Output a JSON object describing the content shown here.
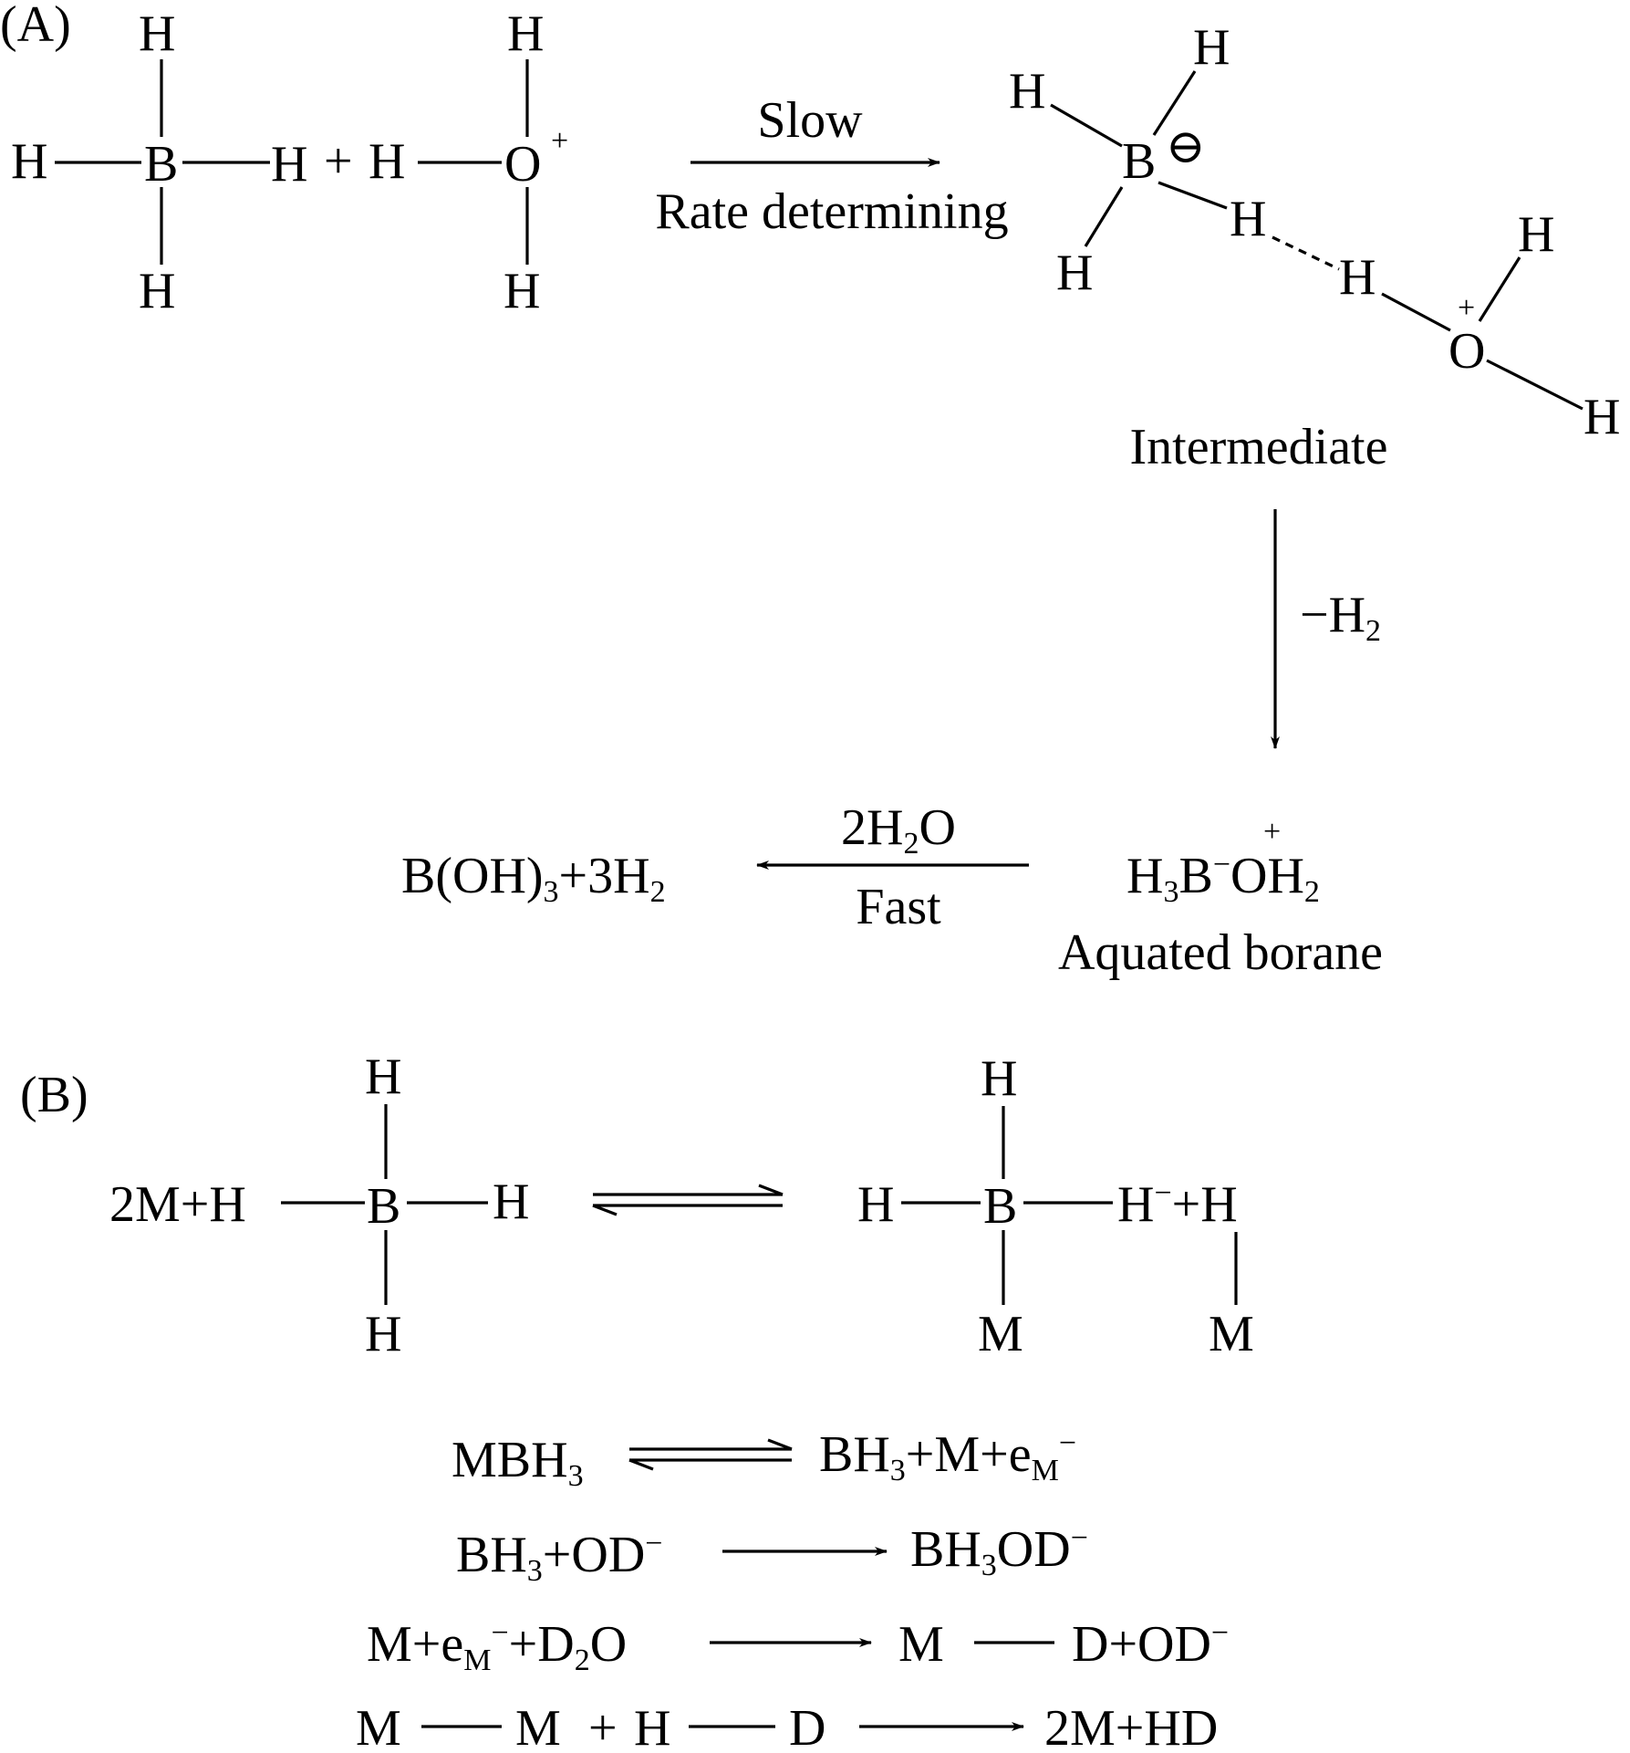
{
  "panel_a": {
    "label": "(A)",
    "reactant_borohydride": {
      "center": "B",
      "h_top": "H",
      "h_left": "H",
      "h_right": "H",
      "h_bottom": "H"
    },
    "plus": "+",
    "reactant_hydronium": {
      "h_left": "H",
      "center": "O",
      "charge": "+",
      "h_top": "H",
      "h_bottom": "H"
    },
    "arrow_slow": {
      "above": "Slow",
      "below": "Rate determining"
    },
    "intermediate": {
      "boron": "B",
      "charge": "⊖",
      "h_topleft": "H",
      "h_top": "H",
      "h_bottomleft": "H",
      "h_bridge": "H",
      "h_hydronium": "H",
      "oxygen": "O",
      "oxygen_charge": "+",
      "h_o_top": "H",
      "h_o_bottom": "H",
      "label": "Intermediate"
    },
    "arrow_h2": {
      "label_minus": "−H",
      "label_sub": "2"
    },
    "aquated_borane": {
      "h": "H",
      "h_sub": "3",
      "b": "B",
      "b_charge": "−",
      "o": "OH",
      "o_sub": "2",
      "o_charge": "+",
      "label": "Aquated borane"
    },
    "arrow_fast": {
      "above_pre": "2H",
      "above_sub": "2",
      "above_post": "O",
      "below": "Fast"
    },
    "product": {
      "p1": "B(OH)",
      "p1_sub": "3",
      "p2": "+3H",
      "p2_sub": "2"
    }
  },
  "panel_b": {
    "label": "(B)",
    "left": {
      "prefix": "2M+H",
      "center": "B",
      "h_right": "H",
      "h_top": "H",
      "h_bottom": "H"
    },
    "right": {
      "h_left": "H",
      "center": "B",
      "h_top": "H",
      "m_bottom": "M",
      "h_minus": "H",
      "h_minus_charge": "−",
      "plus_h": "+H",
      "m2": "M"
    },
    "eq1": {
      "left": "MBH",
      "left_sub": "3",
      "right_a": "BH",
      "right_a_sub": "3",
      "right_b": "+M+e",
      "right_b_sub": "M",
      "right_b_sup": "−"
    },
    "eq2": {
      "left_a": "BH",
      "left_a_sub": "3",
      "left_b": "+OD",
      "left_b_sup": "−",
      "right_a": "BH",
      "right_a_sub": "3",
      "right_b": "OD",
      "right_b_sup": "−"
    },
    "eq3": {
      "left_a": "M+e",
      "left_a_sub": "M",
      "left_a_sup": "−",
      "left_b": "+D",
      "left_b_sub": "2",
      "left_c": "O",
      "right_a": "M",
      "right_b": "D+OD",
      "right_b_sup": "−"
    },
    "eq4": {
      "a": "M",
      "b": "M",
      "plus": "+",
      "c": "H",
      "d": "D",
      "product": "2M+HD"
    }
  }
}
